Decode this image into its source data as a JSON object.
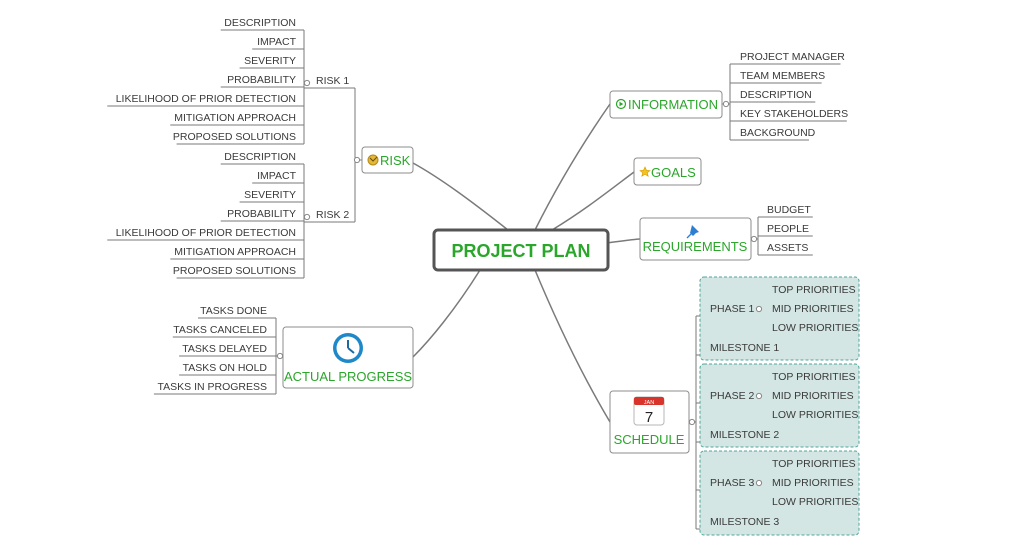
{
  "central": "PROJECT PLAN",
  "risk": {
    "label": "RISK",
    "icon": "risk-icon",
    "groups": [
      {
        "label": "RISK 1",
        "items": [
          "DESCRIPTION",
          "IMPACT",
          "SEVERITY",
          "PROBABILITY",
          "LIKELIHOOD OF PRIOR DETECTION",
          "MITIGATION APPROACH",
          "PROPOSED SOLUTIONS"
        ]
      },
      {
        "label": "RISK 2",
        "items": [
          "DESCRIPTION",
          "IMPACT",
          "SEVERITY",
          "PROBABILITY",
          "LIKELIHOOD OF PRIOR DETECTION",
          "MITIGATION APPROACH",
          "PROPOSED SOLUTIONS"
        ]
      }
    ]
  },
  "actual_progress": {
    "label": "ACTUAL PROGRESS",
    "icon": "clock-icon",
    "items": [
      "TASKS DONE",
      "TASKS CANCELED",
      "TASKS DELAYED",
      "TASKS ON HOLD",
      "TASKS IN PROGRESS"
    ]
  },
  "information": {
    "label": "INFORMATION",
    "icon": "play-icon",
    "items": [
      "PROJECT MANAGER",
      "TEAM MEMBERS",
      "DESCRIPTION",
      "KEY STAKEHOLDERS",
      "BACKGROUND"
    ]
  },
  "goals": {
    "label": "GOALS",
    "icon": "star-icon"
  },
  "requirements": {
    "label": "REQUIREMENTS",
    "icon": "pin-icon",
    "items": [
      "BUDGET",
      "PEOPLE",
      "ASSETS"
    ]
  },
  "schedule": {
    "label": "SCHEDULE",
    "icon": "calendar-icon",
    "calendar_month": "JAN",
    "calendar_day": "7",
    "phases": [
      {
        "label": "PHASE 1",
        "items": [
          "TOP PRIORITIES",
          "MID PRIORITIES",
          "LOW PRIORITIES"
        ],
        "milestone": "MILESTONE 1"
      },
      {
        "label": "PHASE 2",
        "items": [
          "TOP PRIORITIES",
          "MID PRIORITIES",
          "LOW PRIORITIES"
        ],
        "milestone": "MILESTONE 2"
      },
      {
        "label": "PHASE 3",
        "items": [
          "TOP PRIORITIES",
          "MID PRIORITIES",
          "LOW PRIORITIES"
        ],
        "milestone": "MILESTONE 3"
      }
    ]
  },
  "colors": {
    "branch_text": "#2aa62a",
    "line": "#7a7a7a",
    "box_border": "#8c8c8c",
    "central_border": "#555555",
    "phase_fill": "#d3e6e3",
    "phase_border": "#4fa59c"
  }
}
